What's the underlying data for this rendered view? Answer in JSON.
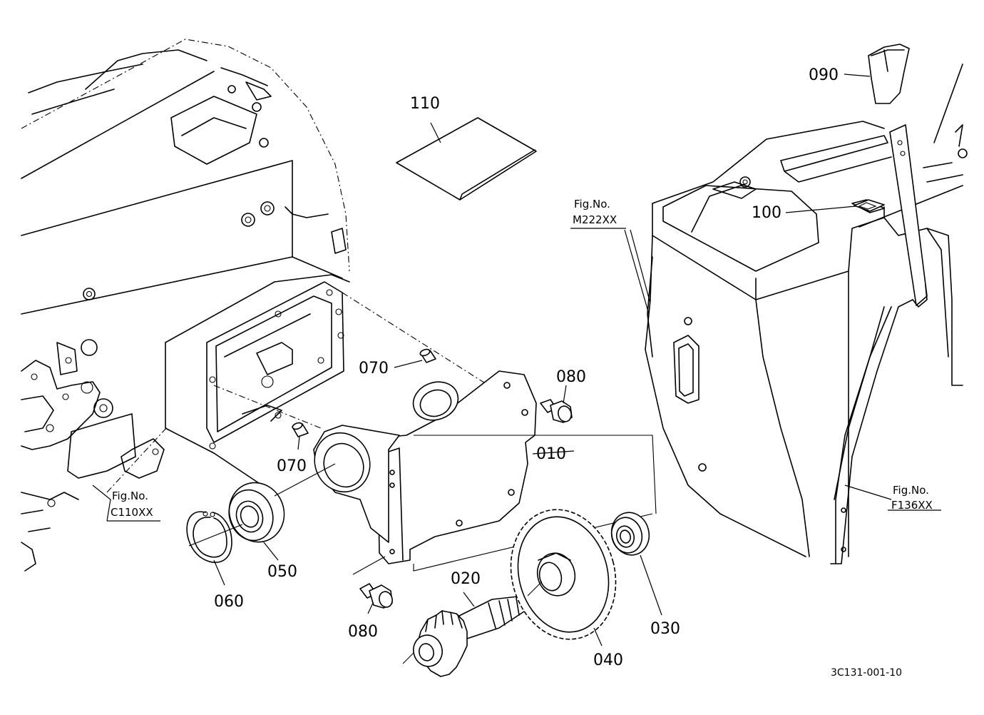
{
  "parts": [
    {
      "id": "010",
      "label": "010"
    },
    {
      "id": "020",
      "label": "020"
    },
    {
      "id": "030",
      "label": "030"
    },
    {
      "id": "040",
      "label": "040"
    },
    {
      "id": "050",
      "label": "050"
    },
    {
      "id": "060",
      "label": "060"
    },
    {
      "id": "070a",
      "label": "070"
    },
    {
      "id": "070b",
      "label": "070"
    },
    {
      "id": "080a",
      "label": "080"
    },
    {
      "id": "080b",
      "label": "080"
    },
    {
      "id": "090",
      "label": "090"
    },
    {
      "id": "100",
      "label": "100"
    },
    {
      "id": "110",
      "label": "110"
    }
  ],
  "figure_refs": [
    {
      "prefix": "Fig.No.",
      "code": "M222XX"
    },
    {
      "prefix": "Fig.No.",
      "code": "C110XX"
    },
    {
      "prefix": "Fig.No.",
      "code": "F136XX"
    }
  ],
  "drawing_id": "3C131-001-10"
}
